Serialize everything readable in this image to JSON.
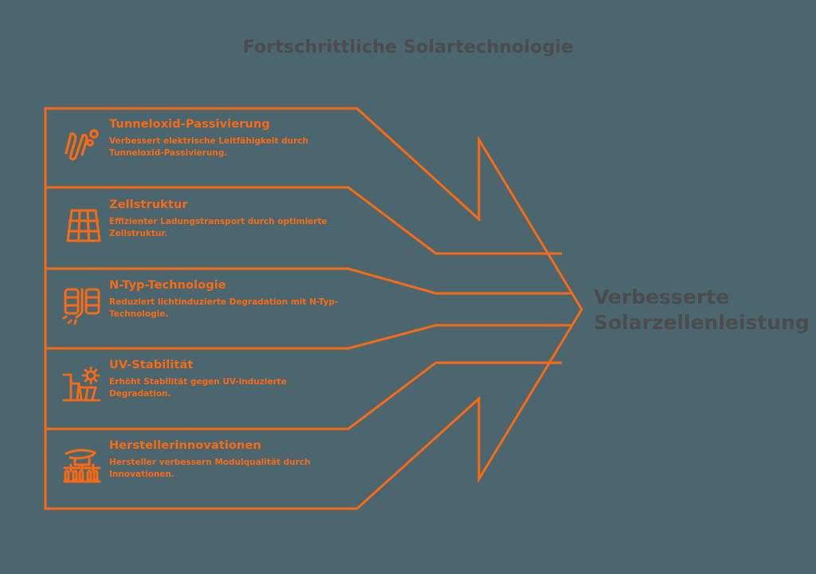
{
  "title": "Fortschrittliche Solartechnologie",
  "colors": {
    "background": "#4c6670",
    "accent": "#f96a12",
    "title_text": "#4c4c4c"
  },
  "conclusion": {
    "line1": "Verbesserte",
    "line2": "Solarzellenleistung"
  },
  "rows": [
    {
      "icon": "coil-circles-icon",
      "heading": "Tunneloxid-Passivierung",
      "description": "Verbessert elektrische Leitfähigkeit durch Tunneloxid-Passivierung."
    },
    {
      "icon": "solar-panel-grid-icon",
      "heading": "Zellstruktur",
      "description": "Effizienter Ladungstransport durch optimierte Zellstruktur."
    },
    {
      "icon": "battery-cells-spark-icon",
      "heading": "N-Typ-Technologie",
      "description": "Reduziert lichtinduzierte Degradation mit N-Typ-Technologie."
    },
    {
      "icon": "sun-over-panels-icon",
      "heading": "UV-Stabilität",
      "description": "Erhöht Stabilität gegen UV-induzierte Degradation."
    },
    {
      "icon": "factory-machine-icon",
      "heading": "Herstellerinnovationen",
      "description": "Hersteller verbessern Modulqualität durch Innovationen."
    }
  ],
  "chart_data": {
    "type": "diagram",
    "subtype": "arrow-funnel-list",
    "title": "Fortschrittliche Solartechnologie",
    "categories": [
      "Tunneloxid-Passivierung",
      "Zellstruktur",
      "N-Typ-Technologie",
      "UV-Stabilität",
      "Herstellerinnovationen"
    ],
    "outcome": "Verbesserte Solarzellenleistung",
    "direction": "left-to-right",
    "item_count": 5
  }
}
